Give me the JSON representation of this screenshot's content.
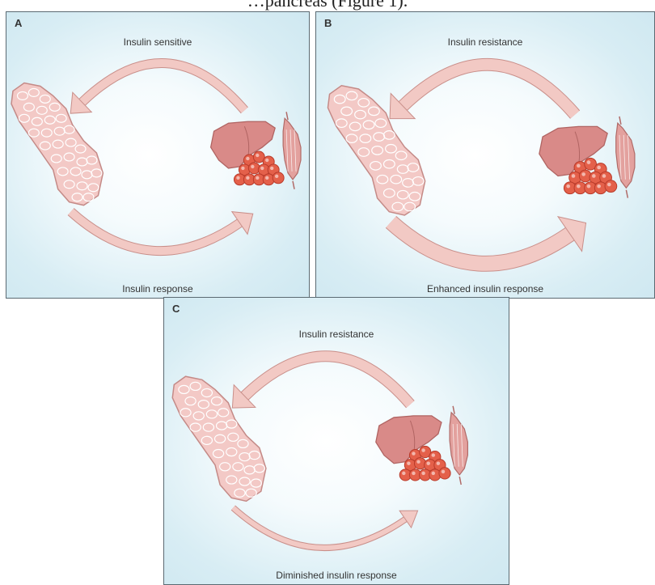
{
  "caption_fragment": "…pancreas (Figure 1).",
  "panels": [
    {
      "letter": "A",
      "top_label": "Insulin sensitive",
      "bottom_label": "Insulin response"
    },
    {
      "letter": "B",
      "top_label": "Insulin resistance",
      "bottom_label": "Enhanced insulin response"
    },
    {
      "letter": "C",
      "top_label": "Insulin resistance",
      "bottom_label": "Diminished insulin response"
    }
  ],
  "colors": {
    "panel_bg": "#d8edf4",
    "arrow_fill": "#f2c9c4",
    "arrow_stroke": "#c98f8a",
    "pancreas_fill": "#f3c9c6",
    "pancreas_stroke": "#c48a87",
    "liver_fill": "#d98a88",
    "muscle_fill": "#e3a19e",
    "fat_fill": "#e4604a",
    "border": "#5b6a72"
  }
}
